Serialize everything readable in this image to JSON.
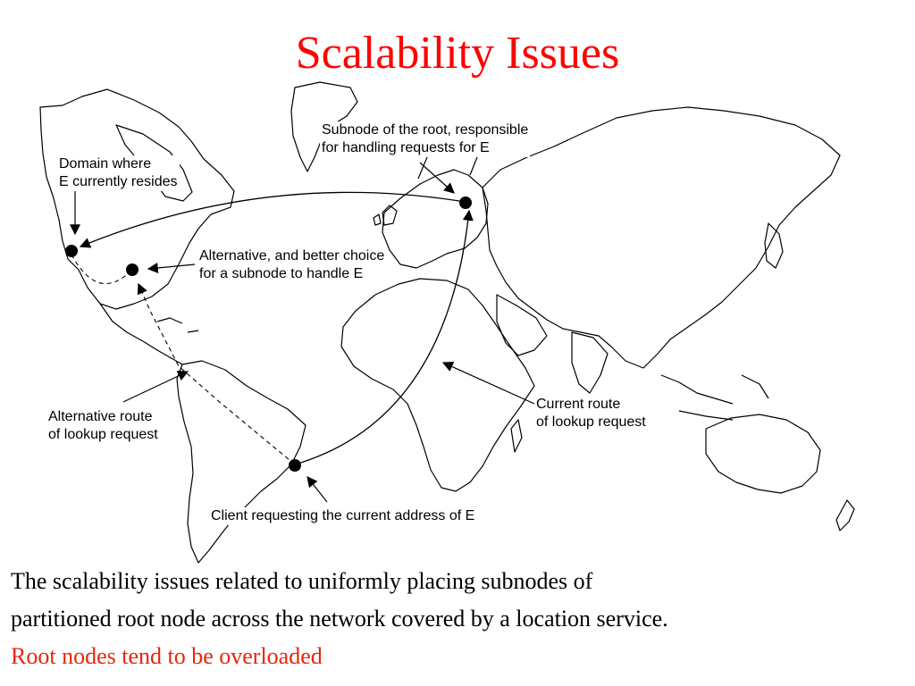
{
  "slide": {
    "title": "Scalability Issues",
    "body_line1": "The scalability issues related to uniformly placing subnodes of",
    "body_line2": "partitioned root node across the network covered by a location service.",
    "body_highlight": "Root nodes tend to be overloaded"
  },
  "diagram": {
    "labels": {
      "subnode_line1": "Subnode of the root, responsible",
      "subnode_line2": "for handling requests for E",
      "domain_line1": "Domain where",
      "domain_line2": "E currently resides",
      "alternative_line1": "Alternative, and better choice",
      "alternative_line2": "for a subnode to handle E",
      "alt_route_line1": "Alternative route",
      "alt_route_line2": "of lookup request",
      "current_route_line1": "Current route",
      "current_route_line2": "of lookup request",
      "client": "Client requesting the current address of E"
    },
    "colors": {
      "title": "#ff0000",
      "highlight": "#e8250a",
      "lines": "#000000"
    }
  }
}
